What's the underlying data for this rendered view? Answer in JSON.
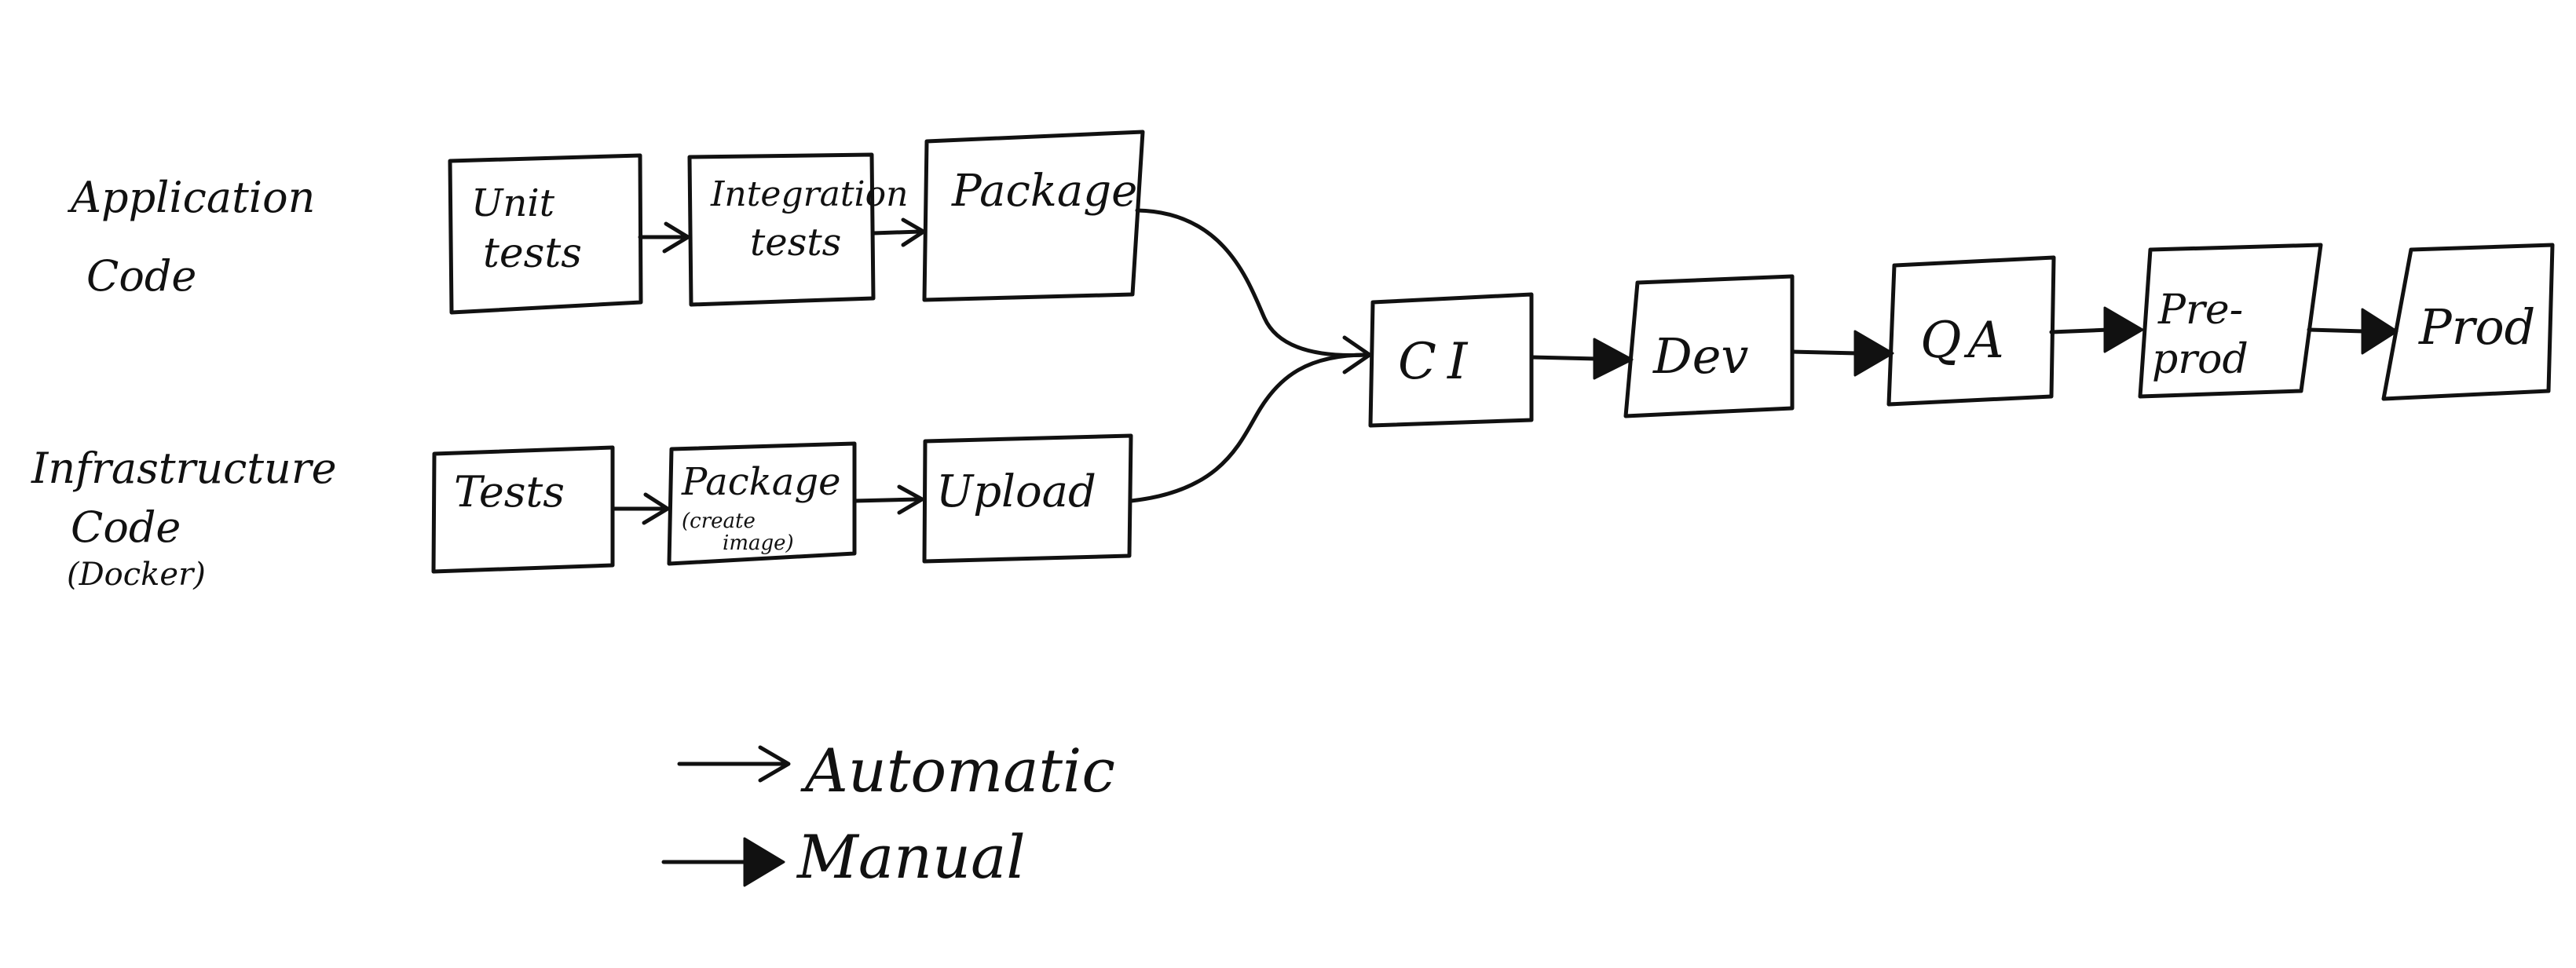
{
  "row_labels": {
    "application": [
      "Application",
      "Code"
    ],
    "infrastructure": [
      "Infrastructure",
      "Code",
      "(Docker)"
    ]
  },
  "boxes": {
    "unit_tests": [
      "Unit",
      "tests"
    ],
    "integration_tests": [
      "Integration",
      "tests"
    ],
    "app_package": [
      "Package"
    ],
    "infra_tests": [
      "Tests"
    ],
    "infra_package": [
      "Package"
    ],
    "infra_package_note": [
      "(create",
      "image)"
    ],
    "upload": [
      "Upload"
    ],
    "ci": [
      "CI"
    ],
    "dev": [
      "Dev"
    ],
    "qa": [
      "QA"
    ],
    "preprod": [
      "Pre-",
      "prod"
    ],
    "prod": [
      "Prod"
    ]
  },
  "legend": {
    "automatic": "Automatic",
    "manual": "Manual"
  },
  "colors": {
    "ink": "#111111",
    "background": "#ffffff"
  }
}
